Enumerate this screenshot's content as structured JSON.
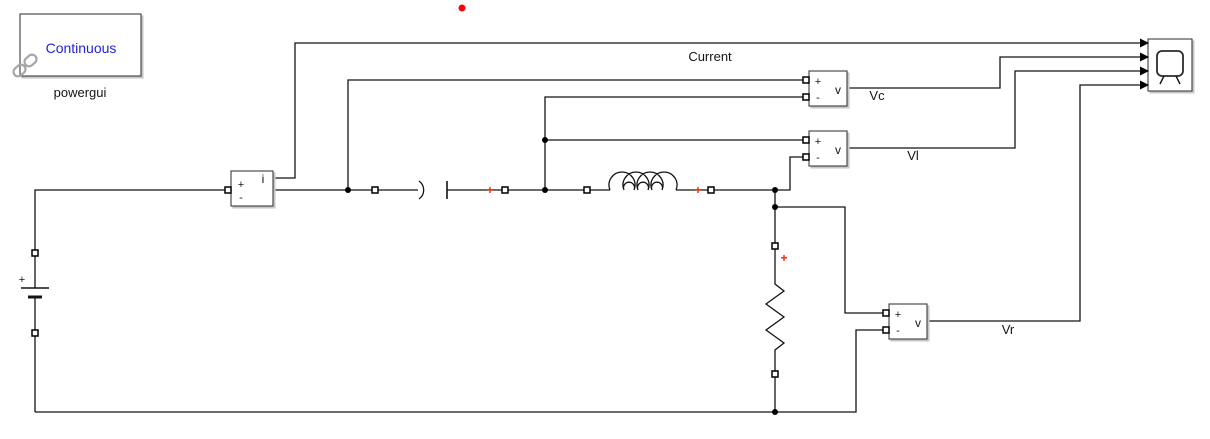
{
  "powergui": {
    "mode": "Continuous",
    "name": "powergui"
  },
  "annotations": {
    "current_label": "Current",
    "vc_label": "Vc",
    "vl_label": "Vl",
    "vr_label": "Vr"
  },
  "current_measurement": {
    "plus": "+",
    "minus": "-",
    "output": "i"
  },
  "voltmeters": {
    "plus": "+",
    "minus": "-",
    "output": "v"
  },
  "dc_source": {
    "plus": "+"
  },
  "polarity": {
    "plus": "+"
  },
  "colors": {
    "wire": "#141414",
    "mode_text_blue": "#2323d8",
    "polarity_red": "#ff1f00",
    "marker_red": "#ff0000",
    "block_shadow": "#c8c8c8",
    "broken_link_gray": "#a6a6a6",
    "background": "#ffffff"
  }
}
